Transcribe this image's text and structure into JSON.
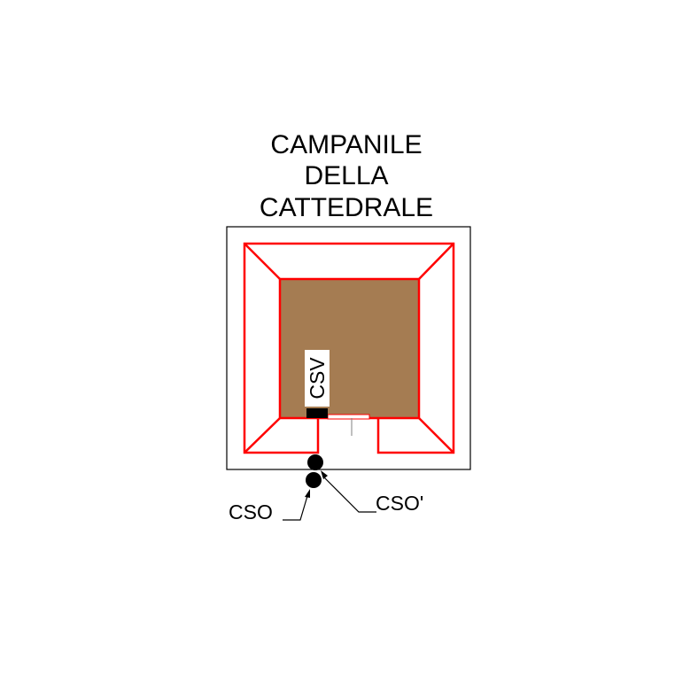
{
  "title": {
    "lines": [
      "CAMPANILE",
      "DELLA",
      "CATTEDRALE"
    ]
  },
  "labels": {
    "csv": "CSV",
    "cso": "CSO",
    "cso_prime": "CSO'"
  },
  "colors": {
    "outline": "#000000",
    "walls": "#ff0000",
    "floor": "#a57c52",
    "background": "#ffffff",
    "marker": "#000000"
  }
}
